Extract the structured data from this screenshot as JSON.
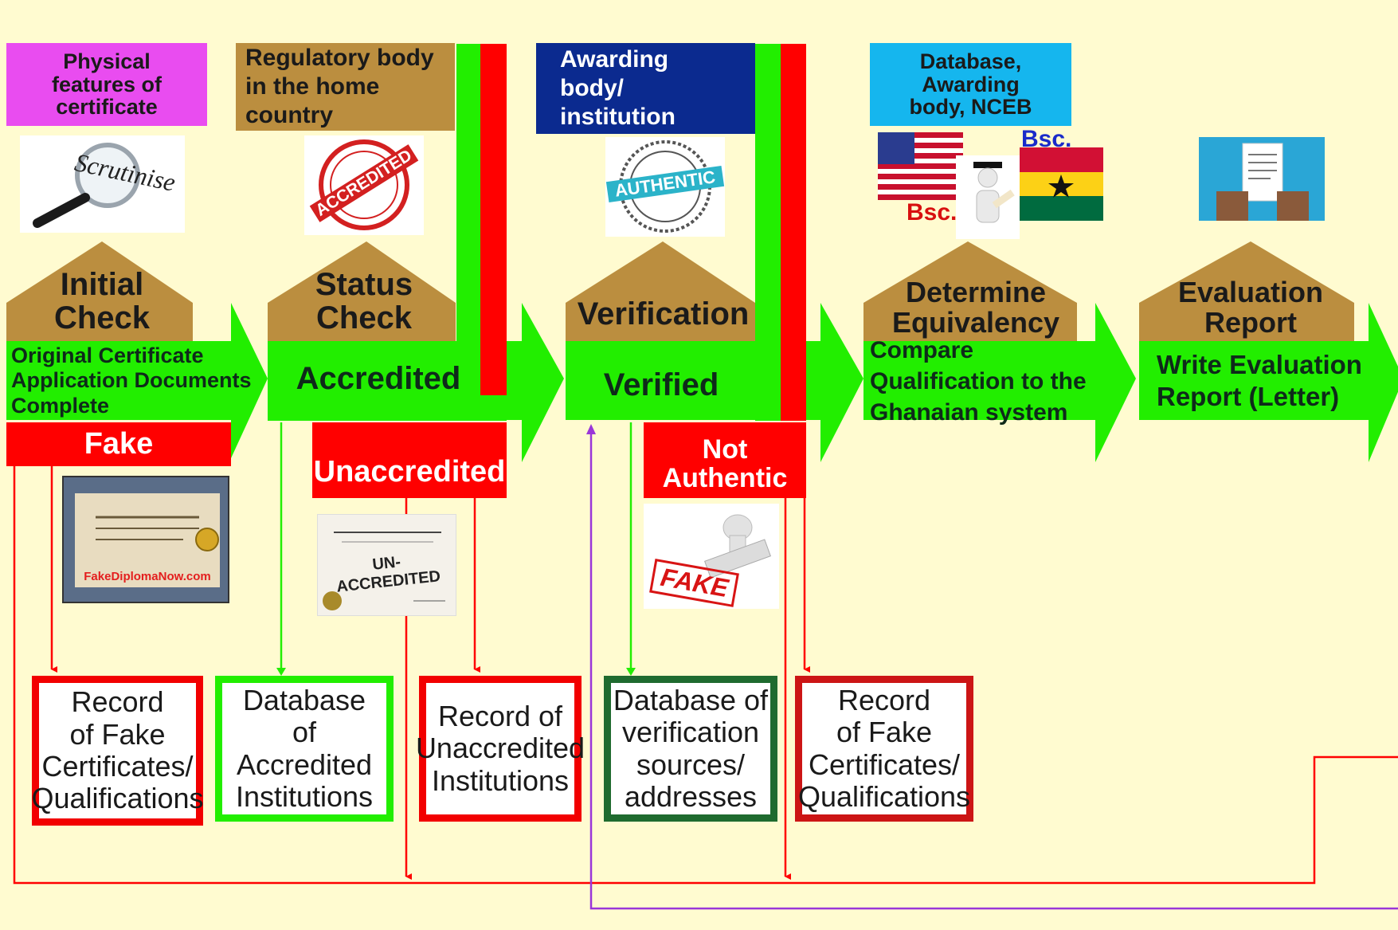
{
  "sources": {
    "physical": "Physical features of certificate",
    "regulatory": "Regulatory body in the home country",
    "awarding": "Awarding body/ institution",
    "database": "Database, Awarding body, NCEB"
  },
  "images": {
    "scrutinise": "Scrutinise",
    "accredited_stamp": "ACCREDITED",
    "authentic_seal": "AUTHENTIC",
    "bsc_left": "Bsc.",
    "bsc_right": "Bsc.",
    "fake_diploma": "FakeDiplomaNow.com",
    "unaccredited_cert": "UN-ACCREDITED",
    "fake_stamp": "FAKE"
  },
  "steps": [
    {
      "title": "Initial Check",
      "result": "Original Certificate Application Documents Complete"
    },
    {
      "title": "Status Check",
      "result": "Accredited"
    },
    {
      "title": "Verification",
      "result": "Verified"
    },
    {
      "title": "Determine Equivalency",
      "result": "Compare Qualification to the Ghanaian system"
    },
    {
      "title": "Evaluation Report",
      "result": "Write Evaluation Report (Letter)"
    }
  ],
  "failures": {
    "fake": "Fake",
    "unaccredited": "Unaccredited",
    "not_authentic": "Not Authentic"
  },
  "records": [
    {
      "lines": [
        "Record",
        "of Fake",
        "Certificates/",
        "Qualifications"
      ]
    },
    {
      "lines": [
        "Database",
        "of Accredited",
        "Institutions"
      ]
    },
    {
      "lines": [
        "Record of",
        "Unaccredited",
        "Institutions"
      ]
    },
    {
      "lines": [
        "Database of",
        "verification",
        "sources/",
        "addresses"
      ]
    },
    {
      "lines": [
        "Record",
        "of Fake",
        "Certificates/",
        "Qualifications"
      ]
    }
  ],
  "colors": {
    "background": "#FFFBD0",
    "green": "#22EE00",
    "red": "#FF0000",
    "brown": "#BB8E3F",
    "magenta": "#E94CF0",
    "navy": "#0B2A8F",
    "cyan": "#15B6EE",
    "purple": "#9A36D8",
    "dark_green": "#1F6B2F"
  }
}
